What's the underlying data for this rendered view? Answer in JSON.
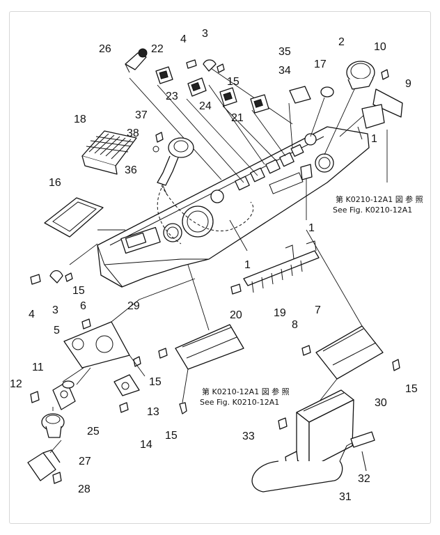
{
  "callouts": {
    "c1a": "1",
    "c1b": "1",
    "c1c": "1",
    "c2": "2",
    "c3a": "3",
    "c3b": "3",
    "c4a": "4",
    "c4b": "4",
    "c5": "5",
    "c6": "6",
    "c7": "7",
    "c8": "8",
    "c9": "9",
    "c10": "10",
    "c11": "11",
    "c12": "12",
    "c13": "13",
    "c14": "14",
    "c15a": "15",
    "c15b": "15",
    "c15c": "15",
    "c15d": "15",
    "c15e": "15",
    "c16": "16",
    "c17": "17",
    "c18": "18",
    "c19": "19",
    "c20": "20",
    "c21": "21",
    "c22": "22",
    "c23": "23",
    "c24": "24",
    "c25": "25",
    "c26": "26",
    "c27": "27",
    "c28": "28",
    "c29": "29",
    "c30": "30",
    "c31": "31",
    "c32": "32",
    "c33": "33",
    "c34": "34",
    "c35": "35",
    "c36": "36",
    "c37": "37",
    "c38": "38"
  },
  "references": {
    "top_jp": "第 K0210-12A1 図 参 照",
    "top_en": "See Fig. K0210-12A1",
    "bottom_jp": "第 K0210-12A1 図 参 照",
    "bottom_en": "See Fig. K0210-12A1"
  }
}
